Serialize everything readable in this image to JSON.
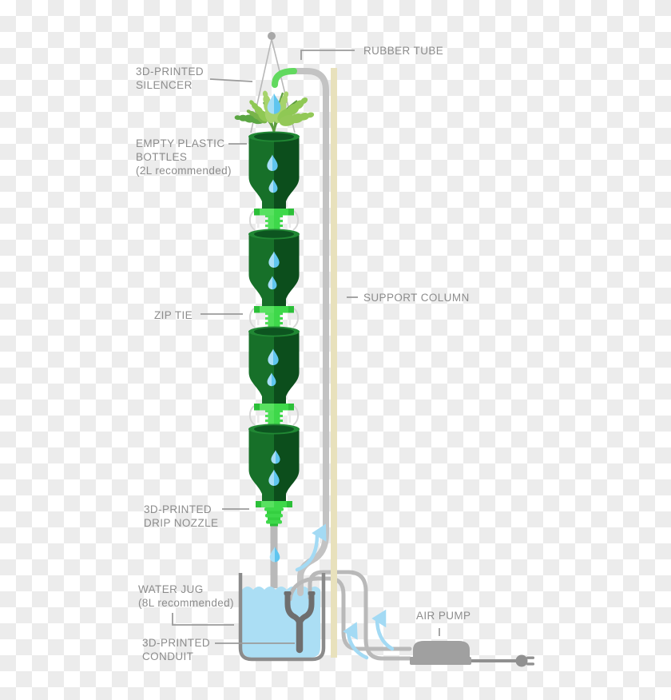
{
  "labels": {
    "silencer": [
      "3D-PRINTED",
      "SILENCER"
    ],
    "rubber_tube": [
      "RUBBER TUBE"
    ],
    "bottles": [
      "EMPTY PLASTIC",
      "BOTTLES",
      "(2L recommended)"
    ],
    "zip_tie": [
      "ZIP TIE"
    ],
    "support_column": [
      "SUPPORT COLUMN"
    ],
    "drip_nozzle": [
      "3D-PRINTED",
      "DRIP NOZZLE"
    ],
    "water_jug": [
      "WATER JUG",
      "(8L recommended)"
    ],
    "conduit": [
      "3D-PRINTED",
      "CONDUIT"
    ],
    "air_pump": [
      "AIR PUMP"
    ]
  },
  "colors": {
    "label_text": "#8c8c8c",
    "leader_line": "#9b9b9b",
    "checker_gray": "#ececec",
    "bottle_green_light": "#177029",
    "bottle_green_dark": "#0c4e1c",
    "bottle_rim_green": "#218834",
    "bright_green": "#3ed84a",
    "silencer_green": "#62d95f",
    "tube_gray": "#c3c3c3",
    "air_tube_gray": "#b9b9b9",
    "support_column_beige": "#e8e1bc",
    "water_blue": "#abdef4",
    "drop_blue_light": "#a7def6",
    "drop_blue_dark": "#5fc5ef",
    "arrow_blue": "#a3daf4",
    "pump_gray": "#a0a0a0",
    "conduit_gray": "#6e6e6e",
    "jug_outline_gray": "#8b8b8b",
    "leaf_greens": [
      "#5ba643",
      "#8fc854",
      "#a6d36c"
    ]
  }
}
